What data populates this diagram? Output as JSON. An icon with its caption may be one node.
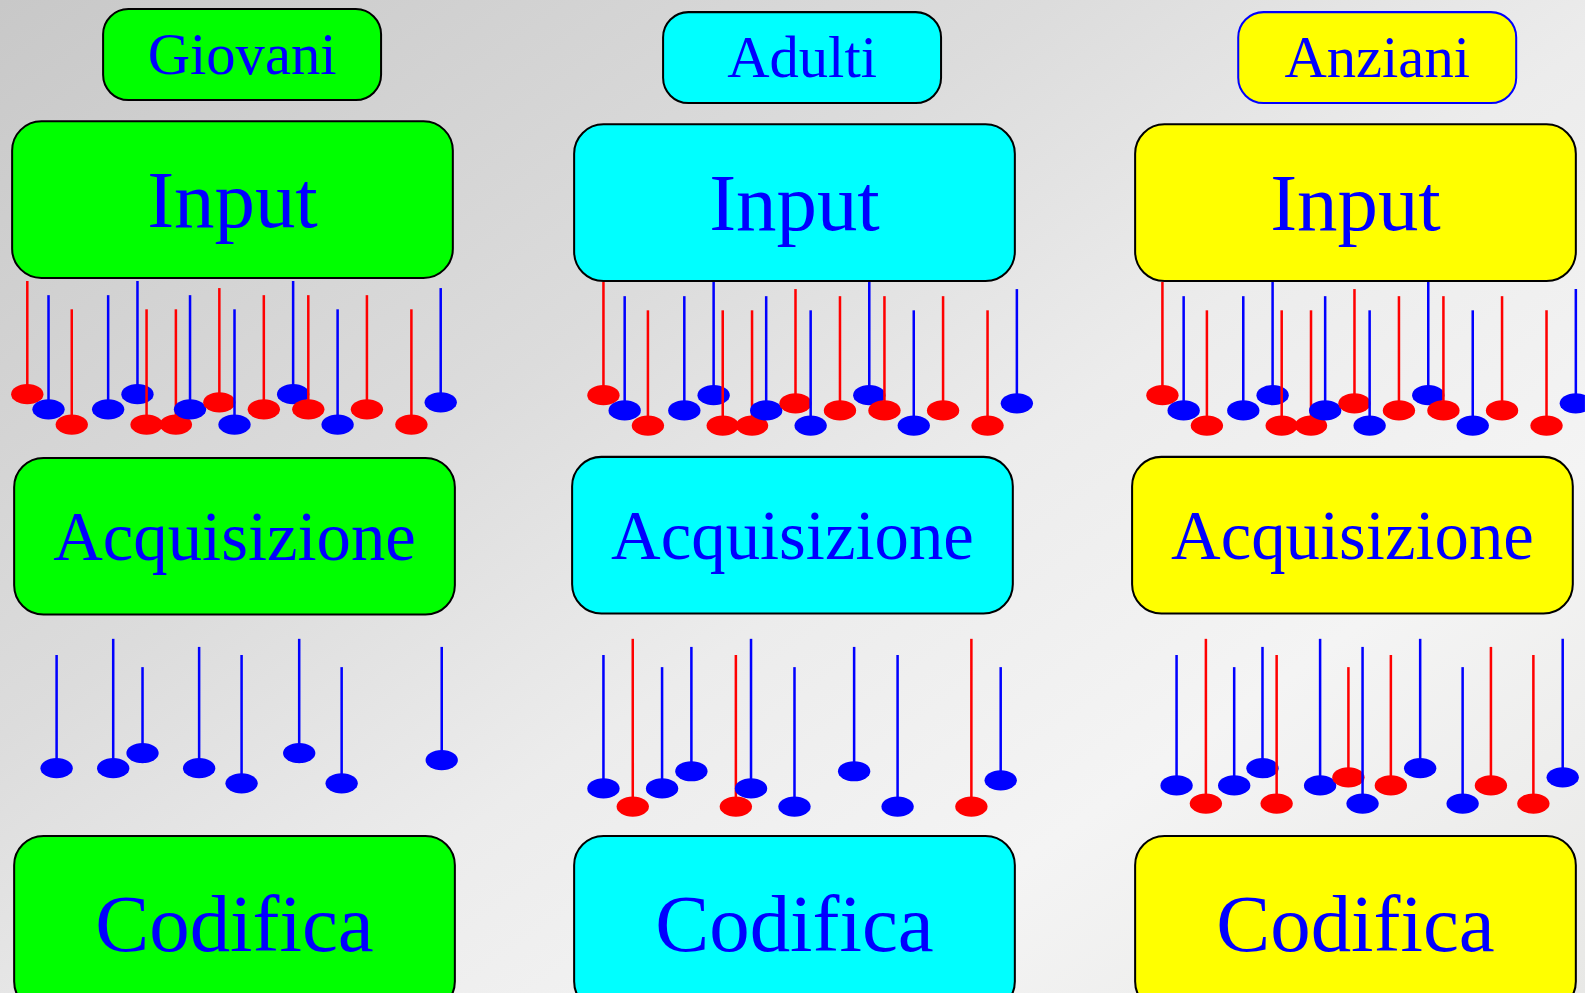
{
  "diagram": {
    "nodes": [
      {
        "text": [
          "Giovani"
        ]
      },
      {
        "text": [
          "Input"
        ]
      },
      {
        "text": [
          "Acquisizione"
        ]
      },
      {
        "text": [
          "Codifica"
        ]
      },
      {
        "text": [
          "Adulti"
        ]
      },
      {
        "text": [
          "Input"
        ]
      },
      {
        "text": [
          "Acquisizione"
        ]
      },
      {
        "text": [
          "Codifica"
        ]
      },
      {
        "text": [
          "Anziani"
        ]
      },
      {
        "text": [
          "Input"
        ]
      },
      {
        "text": [
          "Acquisizione"
        ]
      },
      {
        "text": [
          "Codifica"
        ]
      }
    ]
  }
}
